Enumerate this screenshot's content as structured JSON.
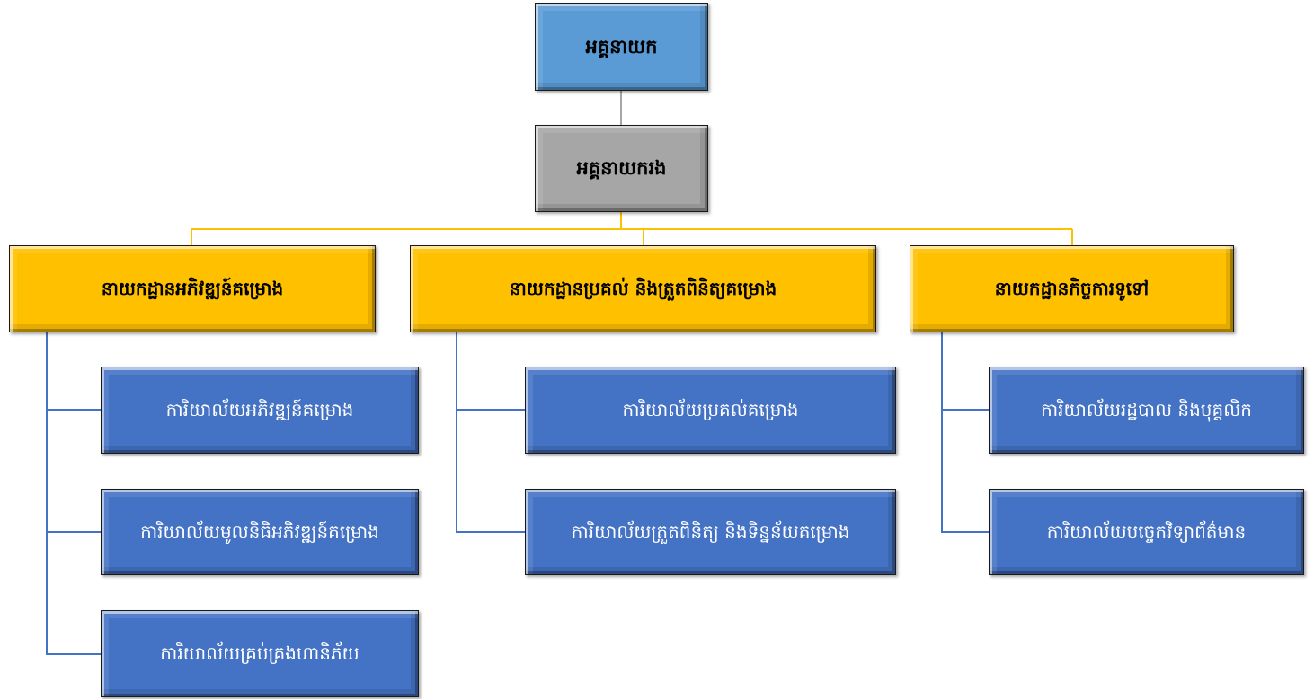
{
  "director": {
    "label": "អគ្គនាយក"
  },
  "deputy": {
    "label": "អគ្គនាយករង"
  },
  "departments": [
    {
      "label": "នាយកដ្ឋានអភិវឌ្ឍន៍គម្រោង",
      "offices": [
        {
          "label": "ការិយាល័យអភិវឌ្ឍន៍គម្រោង"
        },
        {
          "label": "ការិយាល័យមូលនិធិអភិវឌ្ឍន៍គម្រោង"
        },
        {
          "label": "ការិយាល័យគ្រប់គ្រងហានិភ័យ"
        }
      ]
    },
    {
      "label": "នាយកដ្ឋានប្រគល់ និងត្រួតពិនិត្យគម្រោង",
      "offices": [
        {
          "label": "ការិយាល័យប្រគល់គម្រោង"
        },
        {
          "label": "ការិយាល័យត្រួតពិនិត្យ និងទិន្នន័យគម្រោង"
        }
      ]
    },
    {
      "label": "នាយកដ្ឋានកិច្ចការទូទៅ",
      "offices": [
        {
          "label": "ការិយាល័យរដ្ឋបាល និងបុគ្គលិក"
        },
        {
          "label": "ការិយាល័យបច្ចេកវិទ្យាព័ត៌មាន"
        }
      ]
    }
  ],
  "colors": {
    "director": "#5b9bd5",
    "deputy": "#a6a6a6",
    "department": "#ffc000",
    "office": "#4472c4",
    "connector_top": "#a6a6a6",
    "connector_dept": "#ffc000",
    "connector_office": "#4472c4"
  }
}
